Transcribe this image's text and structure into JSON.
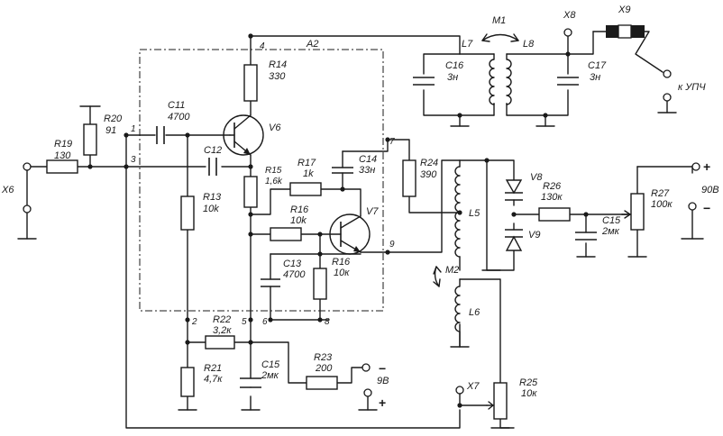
{
  "module": {
    "label": "A2"
  },
  "pins": [
    "1",
    "2",
    "3",
    "4",
    "5",
    "6",
    "7",
    "8",
    "9"
  ],
  "terminals": {
    "x6": "X6",
    "x7": "X7",
    "x8": "X8",
    "x9": "X9"
  },
  "resistors": {
    "r13": {
      "name": "R13",
      "value": "10k"
    },
    "r14": {
      "name": "R14",
      "value": "330"
    },
    "r15": {
      "name": "R15",
      "value": "1,6k"
    },
    "r16a": {
      "name": "R16",
      "value": "10k"
    },
    "r16b": {
      "name": "R16",
      "value": "10к"
    },
    "r17": {
      "name": "R17",
      "value": "1k"
    },
    "r19": {
      "name": "R19",
      "value": "130"
    },
    "r20": {
      "name": "R20",
      "value": "91"
    },
    "r21": {
      "name": "R21",
      "value": "4,7к"
    },
    "r22": {
      "name": "R22",
      "value": "3,2к"
    },
    "r23": {
      "name": "R23",
      "value": "200"
    },
    "r24": {
      "name": "R24",
      "value": "390"
    },
    "r25": {
      "name": "R25",
      "value": "10к"
    },
    "r26": {
      "name": "R26",
      "value": "130к"
    },
    "r27": {
      "name": "R27",
      "value": "100к"
    }
  },
  "capacitors": {
    "c11": {
      "name": "C11",
      "value": "4700"
    },
    "c12": {
      "name": "C12",
      "value": ""
    },
    "c13": {
      "name": "C13",
      "value": "4700"
    },
    "c14": {
      "name": "C14",
      "value": "33н"
    },
    "c15a": {
      "name": "C15",
      "value": "2мк"
    },
    "c15b": {
      "name": "C15",
      "value": "2мк"
    },
    "c16": {
      "name": "C16",
      "value": "3н"
    },
    "c17": {
      "name": "C17",
      "value": "3н"
    }
  },
  "inductors": {
    "l5": "L5",
    "l6": "L6",
    "l7": "L7",
    "l8": "L8"
  },
  "mutual": {
    "m1": "M1",
    "m2": "M2"
  },
  "transistors": {
    "v6": "V6",
    "v7": "V7"
  },
  "diodes": {
    "v8": "V8",
    "v9": "V9"
  },
  "supply_9v": {
    "voltage": "9В",
    "minus": "−",
    "plus": "+"
  },
  "supply_90v": {
    "voltage": "90В",
    "plus": "+",
    "minus": "−"
  },
  "output_label": "к УПЧ"
}
